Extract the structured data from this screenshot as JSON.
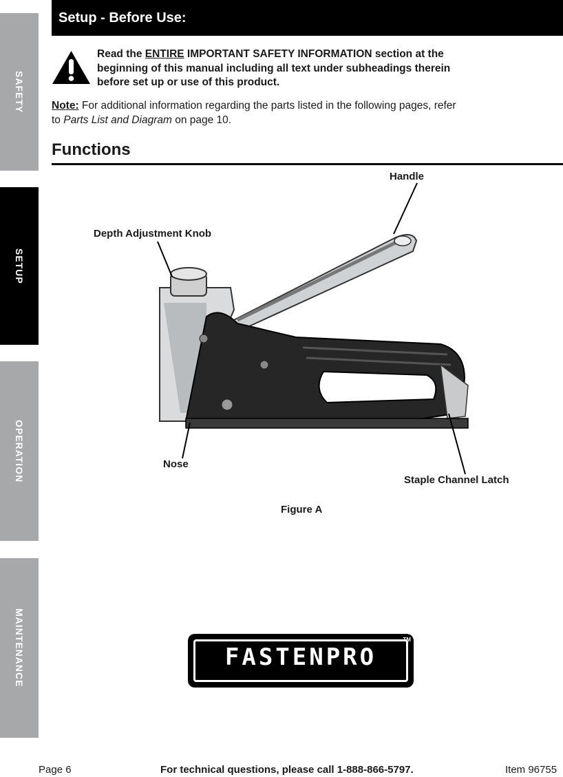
{
  "side_tabs": {
    "safety": "SAFETY",
    "setup": "SETUP",
    "operation": "OPERATION",
    "maintenance": "MAINTENANCE"
  },
  "header": {
    "title": "Setup - Before Use:"
  },
  "warning": {
    "icon": "warning-triangle-icon",
    "text_before": "Read the ",
    "emphasis": "ENTIRE",
    "text_after": " IMPORTANT SAFETY INFORMATION section at the beginning of this manual including all text under subheadings therein before set up or use of this product."
  },
  "note": {
    "label": "Note:",
    "text_before": " For additional information regarding the parts listed in the following pages, refer to ",
    "reference": "Parts List and Diagram",
    "text_after": " on page 10."
  },
  "section": {
    "title": "Functions"
  },
  "figure": {
    "callouts": {
      "handle": "Handle",
      "knob": "Depth Adjustment Knob",
      "nose": "Nose",
      "latch": "Staple Channel Latch"
    },
    "caption": "Figure A"
  },
  "logo": {
    "text": "FASTENPRO",
    "trademark": "TM"
  },
  "footer": {
    "page": "Page 6",
    "tech": "For technical questions, please call 1-888-866-5797.",
    "item": "Item 96755"
  },
  "colors": {
    "tab_active": "#000000",
    "tab_inactive": "#a7a8aa",
    "header_bg": "#000000"
  }
}
